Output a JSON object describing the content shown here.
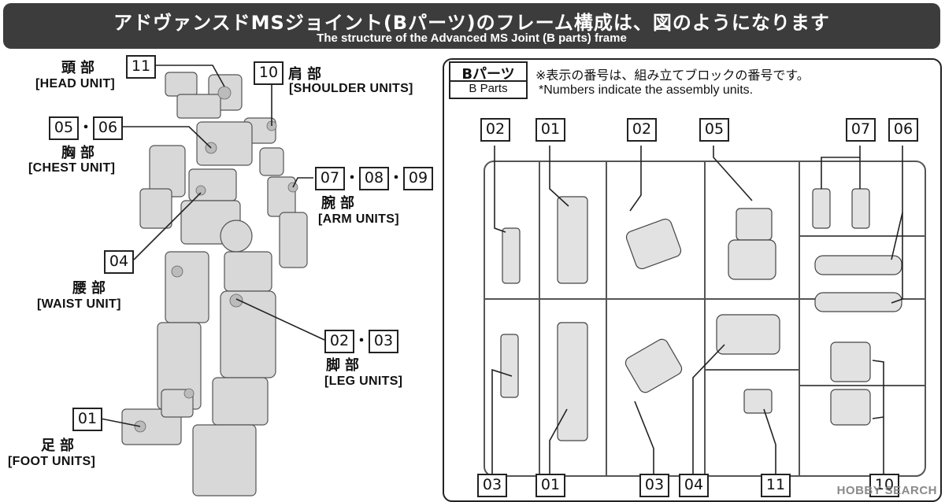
{
  "header": {
    "title_jp": "アドヴァンスドMSジョイント(Bパーツ)のフレーム構成は、図のようになります",
    "title_en": "The structure of the Advanced MS Joint (B parts) frame"
  },
  "units": {
    "head": {
      "num": "11",
      "jp": "頭部",
      "en": "[HEAD UNIT]"
    },
    "shoulder": {
      "num": "10",
      "jp": "肩部",
      "en": "[SHOULDER UNITS]"
    },
    "chest": {
      "nums": [
        "05",
        "06"
      ],
      "jp": "胸部",
      "en": "[CHEST UNIT]"
    },
    "arm": {
      "nums": [
        "07",
        "08",
        "09"
      ],
      "jp": "腕部",
      "en": "[ARM UNITS]"
    },
    "waist": {
      "num": "04",
      "jp": "腰部",
      "en": "[WAIST UNIT]"
    },
    "leg": {
      "nums": [
        "02",
        "03"
      ],
      "jp": "脚部",
      "en": "[LEG UNITS]"
    },
    "foot": {
      "num": "01",
      "jp": "足部",
      "en": "[FOOT UNITS]"
    }
  },
  "separator": "・",
  "b_parts": {
    "tag_jp": "Bパーツ",
    "tag_en": "B Parts",
    "note_jp": "※表示の番号は、組み立てブロックの番号です。",
    "note_en": "*Numbers indicate the assembly units.",
    "top_labels": [
      "02",
      "01",
      "02",
      "05",
      "07",
      "06"
    ],
    "bottom_labels": [
      "03",
      "01",
      "03",
      "04",
      "11",
      "10"
    ]
  },
  "watermark": "HOBBY SEARCH"
}
